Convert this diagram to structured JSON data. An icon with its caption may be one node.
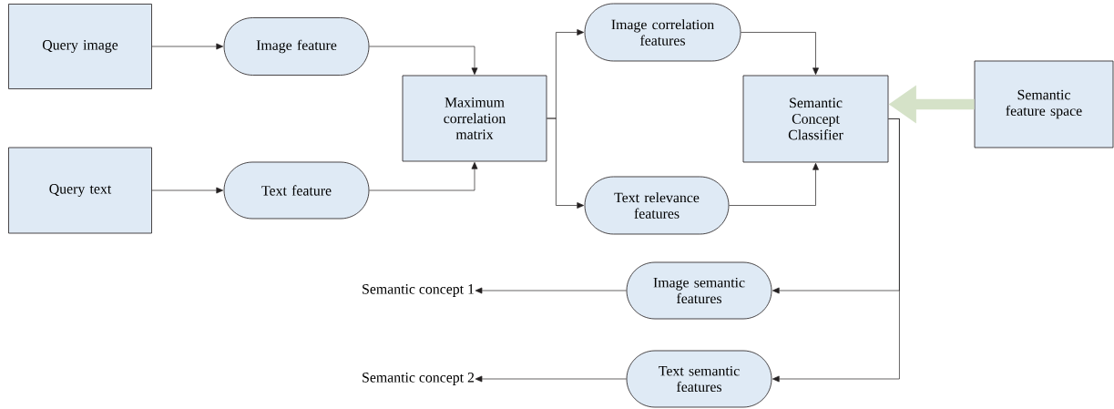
{
  "diagram": {
    "nodes": [
      {
        "text": [
          "Query image"
        ]
      },
      {
        "text": [
          "Image feature"
        ]
      },
      {
        "text": [
          "Query text"
        ]
      },
      {
        "text": [
          "Text feature"
        ]
      },
      {
        "text": [
          "Maximum correlation matrix"
        ]
      },
      {
        "text": [
          "Image correlation features"
        ]
      },
      {
        "text": [
          "Text relevance features"
        ]
      },
      {
        "text": [
          "Semantic Concept Classifier"
        ]
      },
      {
        "text": [
          "Semantic feature space"
        ]
      },
      {
        "text": [
          "Image semantic features"
        ]
      },
      {
        "text": [
          "Text semantic features"
        ]
      },
      {
        "text": [
          "Semantic concept 1"
        ]
      },
      {
        "text": [
          "Semantic concept 2"
        ]
      }
    ],
    "edges": [
      {
        "from": 0,
        "to": 1,
        "arrow": "to"
      },
      {
        "from": 2,
        "to": 3,
        "arrow": "to"
      },
      {
        "from": 1,
        "to": 4,
        "arrow": "to"
      },
      {
        "from": 3,
        "to": 4,
        "arrow": "to"
      },
      {
        "from": 4,
        "to": 5,
        "arrow": "to"
      },
      {
        "from": 4,
        "to": 6,
        "arrow": "to"
      },
      {
        "from": 5,
        "to": 7,
        "arrow": "to"
      },
      {
        "from": 6,
        "to": 7,
        "arrow": "to"
      },
      {
        "from": 8,
        "to": 7,
        "arrow": "to",
        "style": "thick",
        "color": "#d5e2c8"
      },
      {
        "from": 7,
        "to": 9,
        "arrow": "to"
      },
      {
        "from": 7,
        "to": 10,
        "arrow": "to"
      },
      {
        "from": 9,
        "to": 11,
        "arrow": "to"
      },
      {
        "from": 10,
        "to": 12,
        "arrow": "to"
      }
    ]
  }
}
